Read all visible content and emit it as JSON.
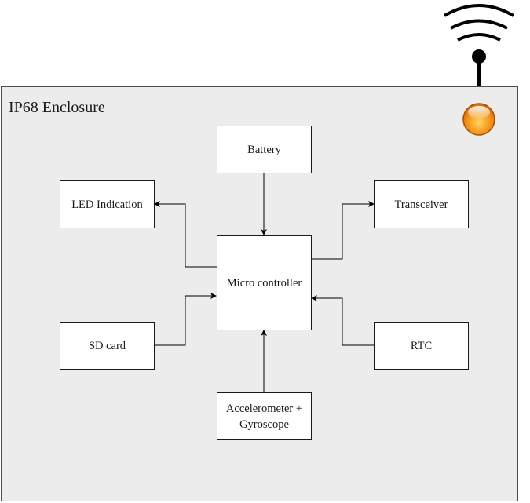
{
  "enclosure": {
    "title": "IP68 Enclosure"
  },
  "blocks": {
    "battery": "Battery",
    "led": "LED Indication",
    "transceiver": "Transceiver",
    "mcu": "Micro controller",
    "sd": "SD card",
    "rtc": "RTC",
    "imu": "Accelerometer +\nGyroscope"
  },
  "icons": {
    "antenna": "wifi-antenna-icon",
    "status_led": "orange-led-icon"
  },
  "colors": {
    "enclosure_fill": "#ececec",
    "led_orange": "#f39a1e",
    "stroke": "#000000"
  }
}
